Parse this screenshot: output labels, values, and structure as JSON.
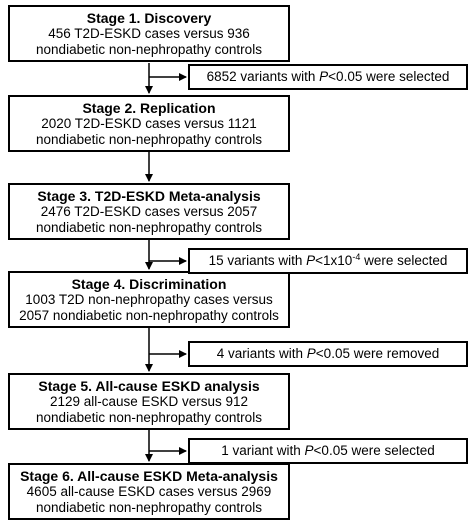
{
  "stages": [
    {
      "title": "Stage 1. Discovery",
      "line1": "456 T2D-ESKD cases versus 936",
      "line2": "nondiabetic non-nephropathy controls"
    },
    {
      "title": "Stage 2. Replication",
      "line1": "2020 T2D-ESKD cases versus 1121",
      "line2": "nondiabetic non-nephropathy controls"
    },
    {
      "title": "Stage 3. T2D-ESKD Meta-analysis",
      "line1": "2476 T2D-ESKD cases versus 2057",
      "line2": "nondiabetic non-nephropathy controls"
    },
    {
      "title": "Stage 4. Discrimination",
      "line1": "1003 T2D non-nephropathy cases versus",
      "line2": "2057 nondiabetic non-nephropathy controls"
    },
    {
      "title": "Stage 5. All-cause ESKD analysis",
      "line1": "2129 all-cause ESKD versus 912",
      "line2": "nondiabetic non-nephropathy controls"
    },
    {
      "title": "Stage 6. All-cause ESKD Meta-analysis",
      "line1": "4605 all-cause ESKD cases versus 2969",
      "line2": "nondiabetic non-nephropathy controls"
    }
  ],
  "notes": [
    {
      "pre": "6852 variants with ",
      "p": "P",
      "op": "<0.05",
      "sup": "",
      "post": " were selected"
    },
    {
      "pre": "15 variants with ",
      "p": "P",
      "op": "<1x10",
      "sup": "-4",
      "post": " were selected"
    },
    {
      "pre": "4 variants with ",
      "p": "P",
      "op": "<0.05",
      "sup": "",
      "post": " were removed"
    },
    {
      "pre": "1 variant with ",
      "p": "P",
      "op": "<0.05",
      "sup": "",
      "post": " were selected"
    }
  ]
}
